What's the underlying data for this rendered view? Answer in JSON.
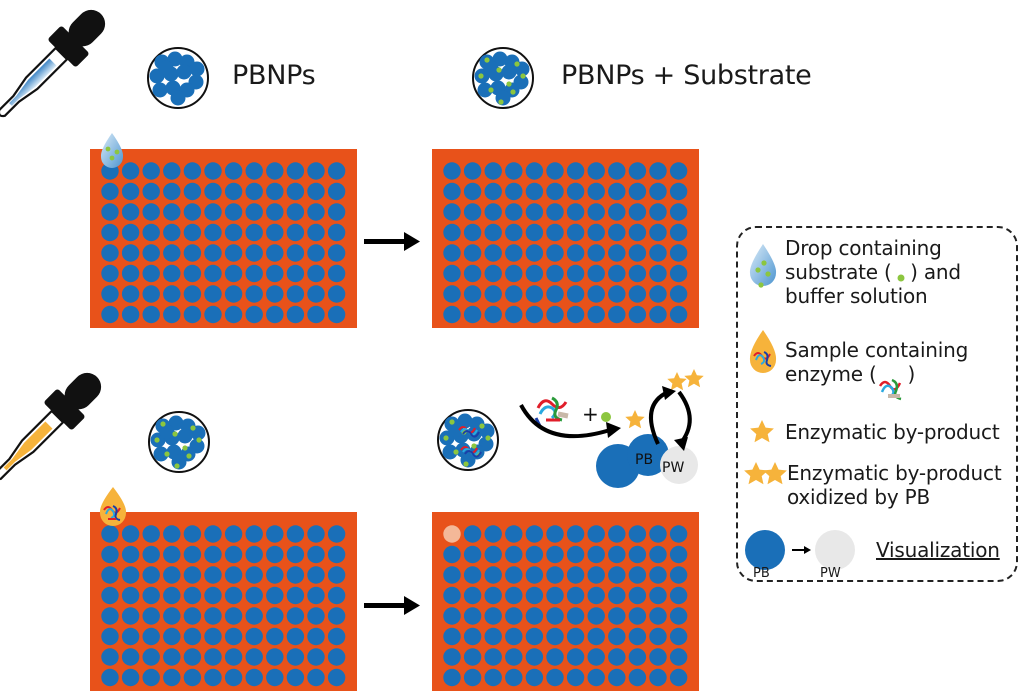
{
  "figure": {
    "type": "schematic",
    "colors": {
      "plate": "#e8521a",
      "well_pb": "#1a6fb8",
      "well_pw": "#e8e8e8",
      "well_changed": "#f4b898",
      "substrate": "#8cc63f",
      "sample": "#f6b33b",
      "dropper": "#111111",
      "buffer_drop": "#8cc0e6",
      "star": "#f6b33b"
    },
    "plate": {
      "rows": 8,
      "columns": 12
    },
    "panels": [
      {
        "id": "top-left",
        "dropper_liquid": "buffer",
        "label": "PBNPs",
        "inset": "pbnps"
      },
      {
        "id": "top-right",
        "label": "PBNPs + Substrate",
        "inset": "pbnps-substrate"
      },
      {
        "id": "bottom-left",
        "dropper_liquid": "sample",
        "label": "",
        "inset": "pbnps-substrate"
      },
      {
        "id": "bottom-right",
        "label": "",
        "inset": "pbnps-substrate-enzyme",
        "changed_well": "A1"
      }
    ],
    "reaction": {
      "plus": "+",
      "pb_label": "PB",
      "pw_label": "PW"
    }
  },
  "titles": {
    "pbnps": "PBNPs",
    "pbnps_substrate": "PBNPs + Substrate"
  },
  "legend": {
    "items": [
      {
        "icon": "buffer-drop-icon",
        "lines": [
          "Drop containing",
          "substrate (   ) and",
          "buffer solution"
        ]
      },
      {
        "icon": "sample-drop-icon",
        "lines": [
          "Sample containing",
          "enzyme (     )"
        ]
      },
      {
        "icon": "star-icon",
        "lines": [
          "Enzymatic by-product"
        ]
      },
      {
        "icon": "double-star-icon",
        "lines": [
          "Enzymatic by-product",
          "oxidized by PB"
        ]
      }
    ],
    "visualization": {
      "from_label": "PB",
      "to_label": "PW",
      "caption": "Visualization"
    }
  }
}
